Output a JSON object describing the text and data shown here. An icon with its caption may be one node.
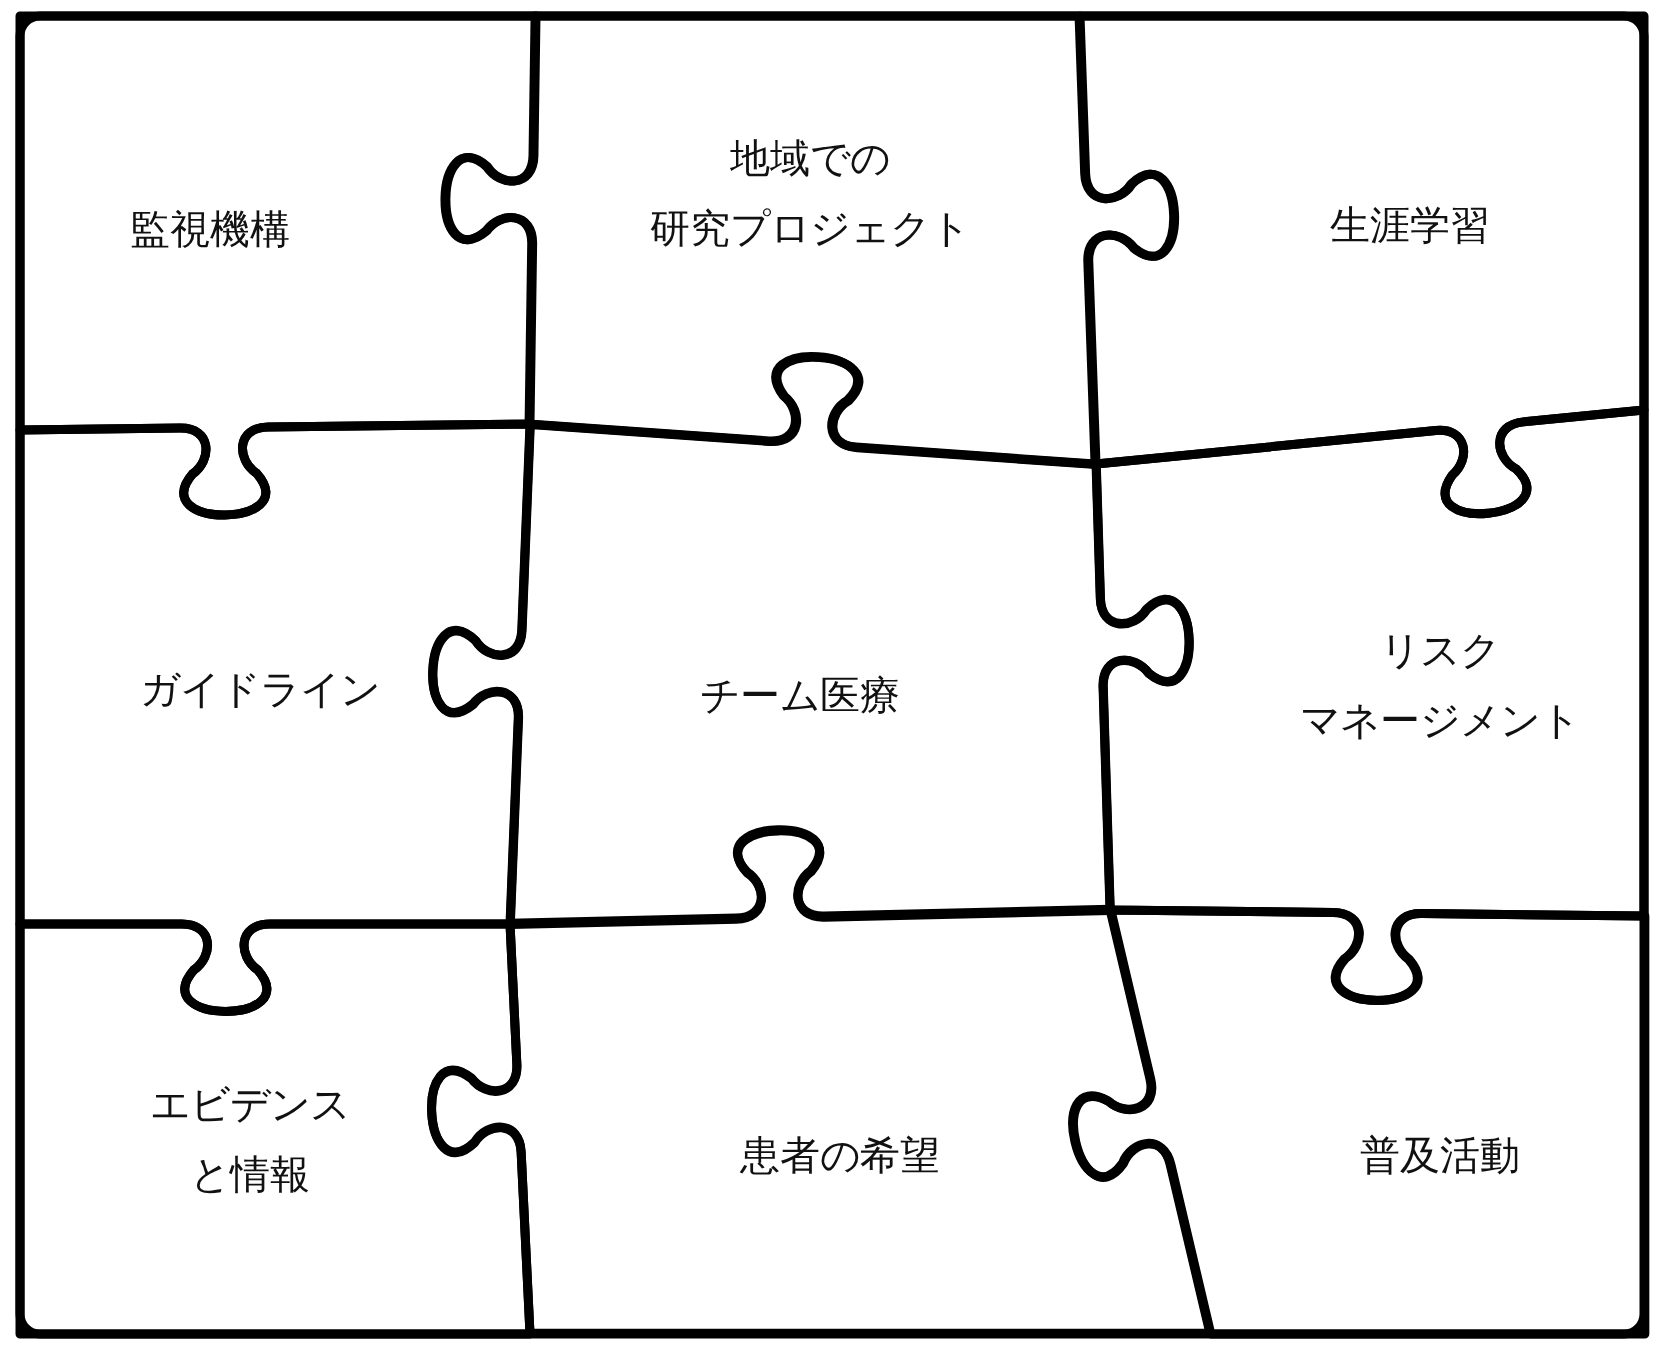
{
  "diagram": {
    "nodes": [
      {
        "text": [
          "監視機構"
        ]
      },
      {
        "text": [
          "地域での研究プロジェクト"
        ]
      },
      {
        "text": [
          "生涯学習"
        ]
      },
      {
        "text": [
          "ガイドライン"
        ]
      },
      {
        "text": [
          "チーム医療"
        ]
      },
      {
        "text": [
          "リスクマネージメント"
        ]
      },
      {
        "text": [
          "エビデンスと情報"
        ]
      },
      {
        "text": [
          "患者の希望"
        ]
      },
      {
        "text": [
          "普及活動"
        ]
      }
    ]
  }
}
